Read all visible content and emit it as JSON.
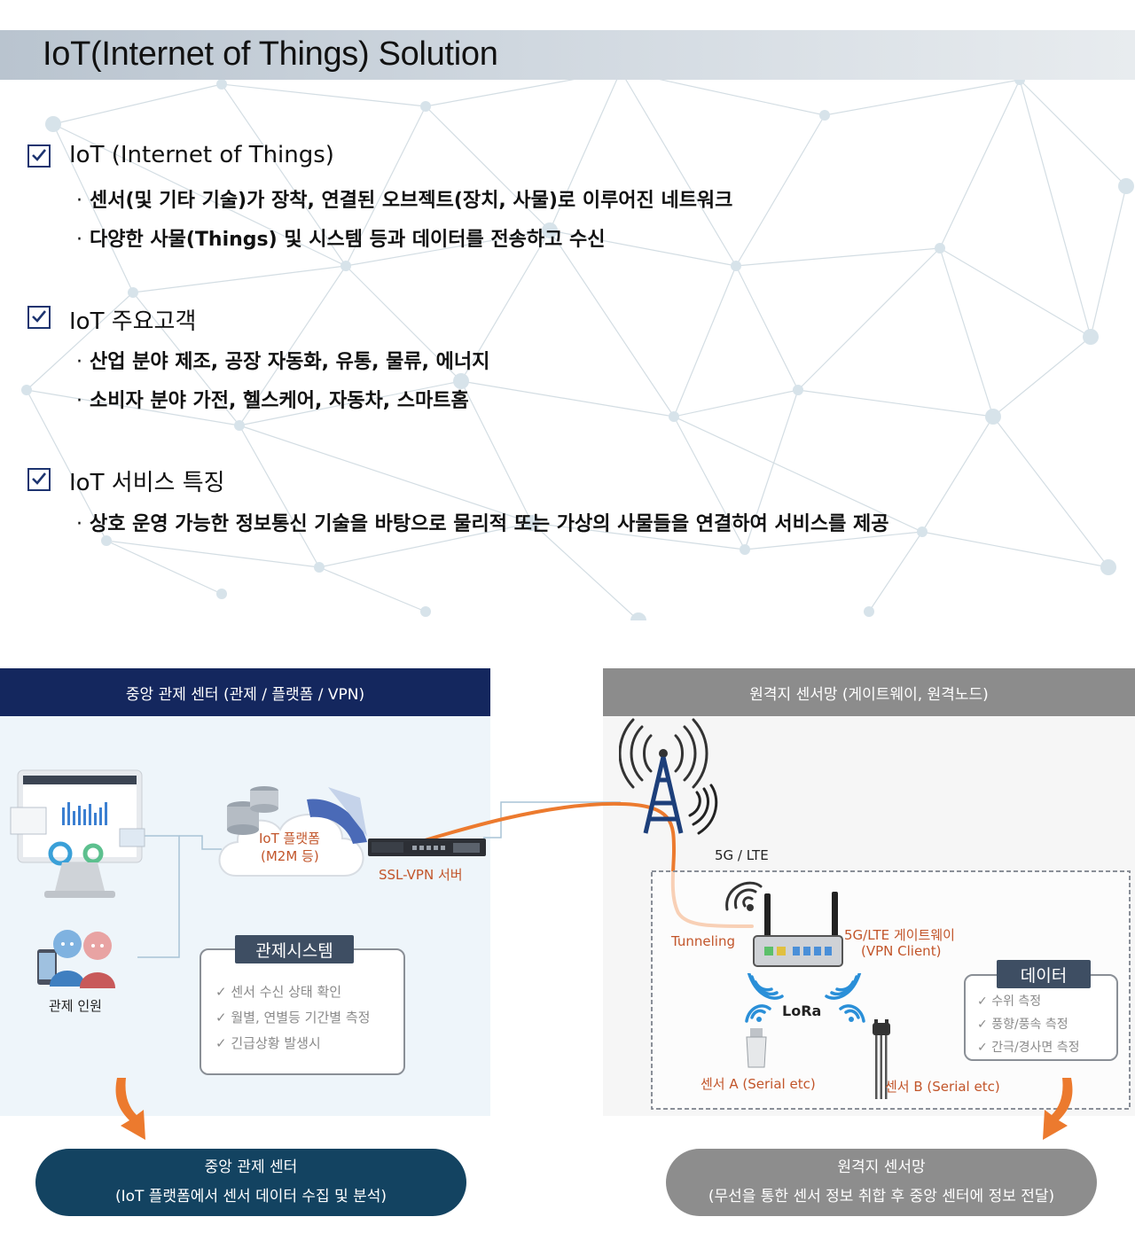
{
  "header": {
    "title": "IoT(Internet of Things) Solution"
  },
  "sections": [
    {
      "heading": "IoT (Internet of Things)",
      "bullets": [
        "센서(및 기타 기술)가 장착, 연결된 오브젝트(장치, 사물)로 이루어진 네트워크",
        "다양한 사물(Things) 및 시스템 등과 데이터를 전송하고 수신"
      ]
    },
    {
      "heading": "IoT 주요고객",
      "bullets": [
        "산업 분야 제조, 공장 자동화, 유통, 물류, 에너지",
        "소비자 분야 가전, 헬스케어, 자동차, 스마트홈"
      ]
    },
    {
      "heading": "IoT 서비스 특징",
      "bullets": [
        "상호 운영 가능한 정보통신 기술을 바탕으로 물리적 또는 가상의 사물들을 연결하여 서비스를 제공"
      ]
    }
  ],
  "bullet_mark": "·",
  "diagram": {
    "left_header": "중앙 관제 센터 (관제 / 플랫폼 / VPN)",
    "right_header": "원격지 센서망 (게이트웨이, 원격노드)",
    "platform_label_1": "IoT 플랫폼",
    "platform_label_2": "(M2M 등)",
    "vpn_server_label": "SSL-VPN 서버",
    "operator_label": "관제 인원",
    "control_box": {
      "title": "관제시스템",
      "items": [
        "센서 수신 상태 확인",
        "월별, 연별등 기간별 측정",
        "긴급상황 발생시"
      ]
    },
    "network_label": "5G / LTE",
    "tunneling_label": "Tunneling",
    "gateway_label_1": "5G/LTE 게이트웨이",
    "gateway_label_2": "(VPN Client)",
    "lora_label": "LoRa",
    "data_box": {
      "title": "데이터",
      "items": [
        "수위 측정",
        "풍향/풍속 측정",
        "간극/경사면 측정"
      ]
    },
    "sensor_a_label": "센서 A (Serial etc)",
    "sensor_b_label": "센서 B (Serial etc)",
    "check_mark": "✓",
    "left_summary": {
      "line1": "중앙 관제 센터",
      "line2": "(IoT 플랫폼에서 센서 데이터 수집 및 분석)"
    },
    "right_summary": {
      "line1": "원격지 센서망",
      "line2": "(무선을 통한 센서 정보 취합 후 중앙 센터에 정보 전달)"
    }
  },
  "colors": {
    "navy": "#14275e",
    "gray_header": "#8c8c8c",
    "orange": "#ec7a2e",
    "teal_pill": "#134361",
    "check_blue": "#1d3470"
  }
}
